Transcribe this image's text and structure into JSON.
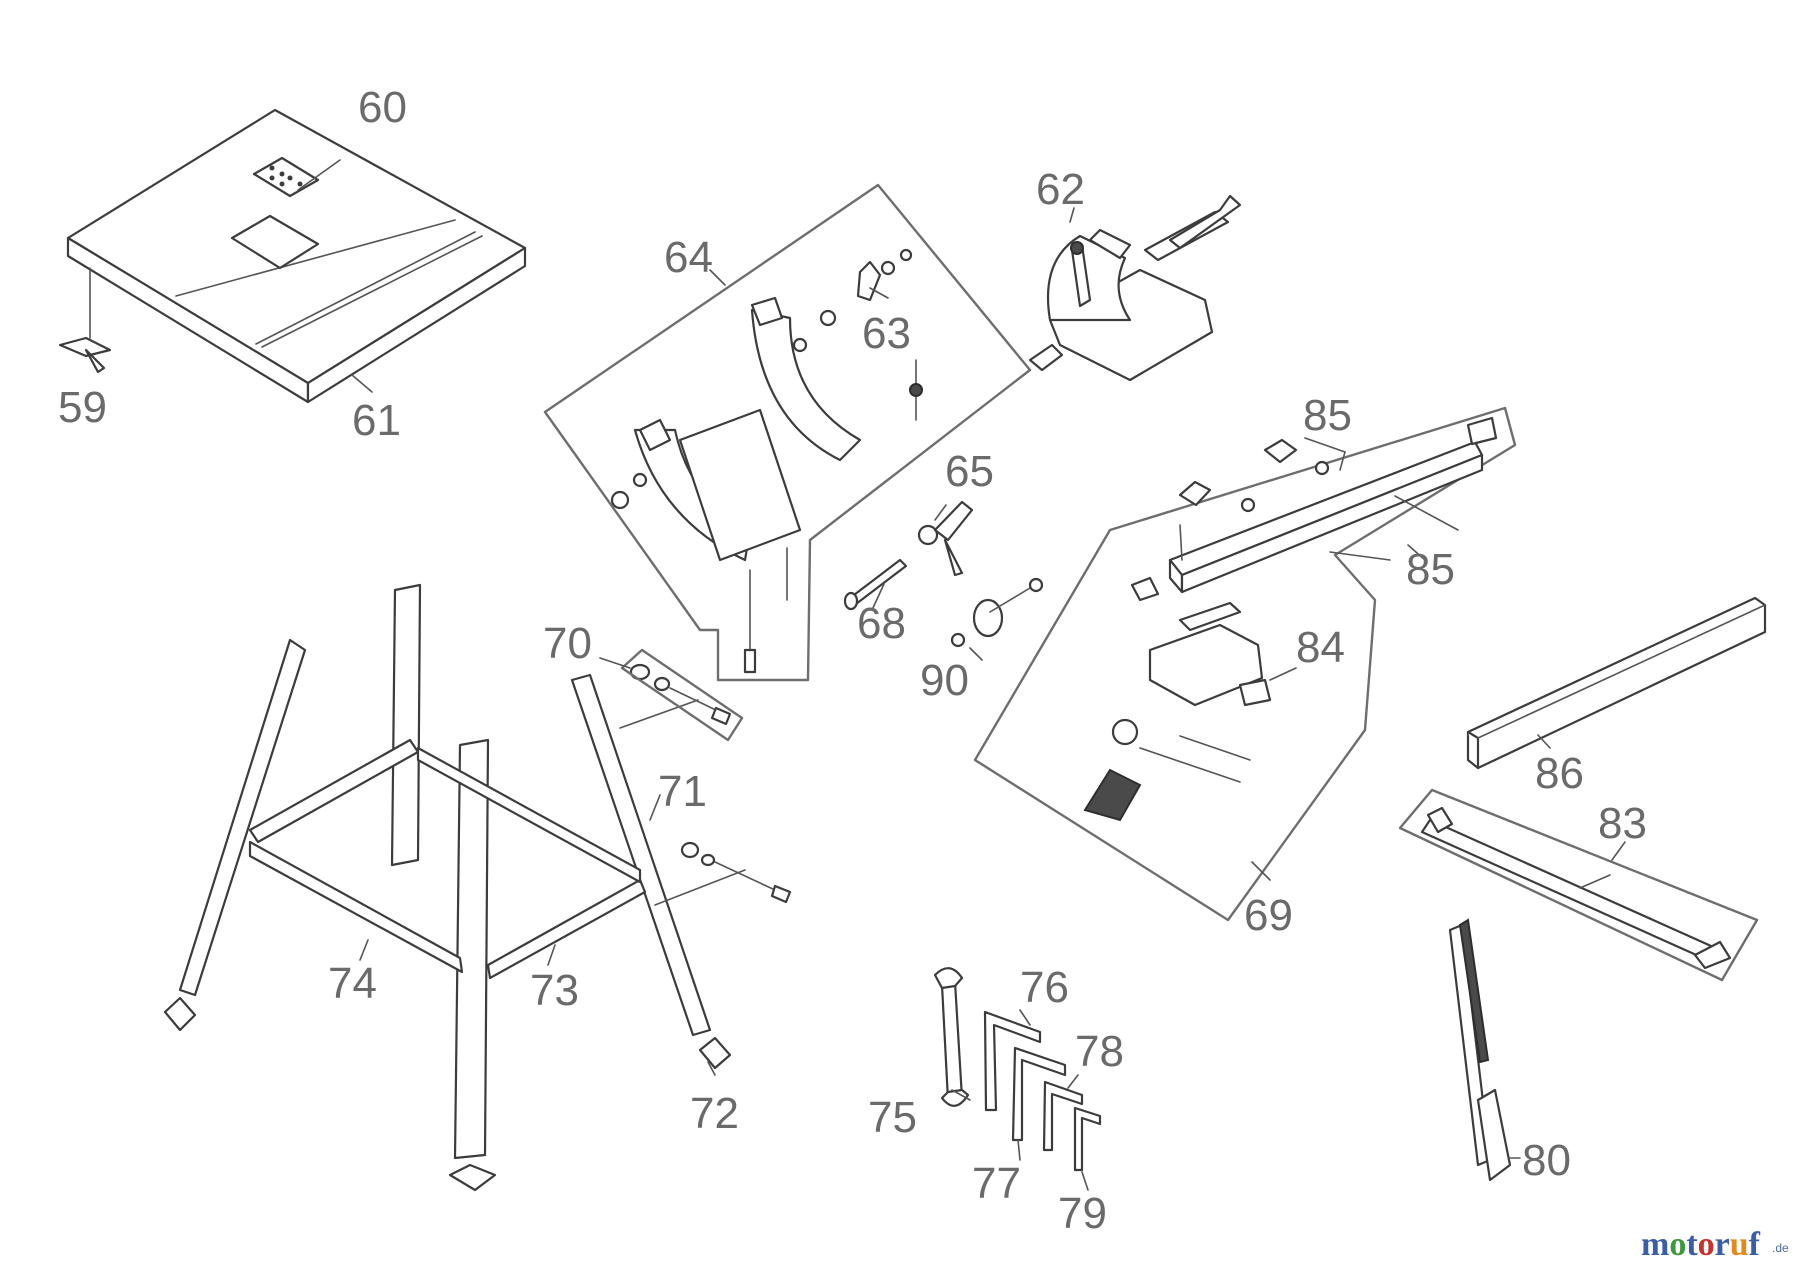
{
  "labels": {
    "p59": "59",
    "p60": "60",
    "p61": "61",
    "p62": "62",
    "p63": "63",
    "p64": "64",
    "p65": "65",
    "p68": "68",
    "p69": "69",
    "p70": "70",
    "p71": "71",
    "p72": "72",
    "p73": "73",
    "p74": "74",
    "p75": "75",
    "p76": "76",
    "p77": "77",
    "p78": "78",
    "p79": "79",
    "p80": "80",
    "p83": "83",
    "p84": "84",
    "p85a": "85",
    "p85b": "85",
    "p86": "86",
    "p90": "90"
  },
  "watermark": {
    "m": "m",
    "o1": "o",
    "t": "t",
    "o2": "o",
    "r": "r",
    "u": "u",
    "f": "f",
    "domain": ".de"
  },
  "colors": {
    "label": "#6a6a6a",
    "line": "#3c3c3c",
    "wm_blue": "#3a5fa8",
    "wm_green": "#3c9a3c",
    "wm_red": "#c8322a",
    "wm_orange": "#e08a1e"
  }
}
